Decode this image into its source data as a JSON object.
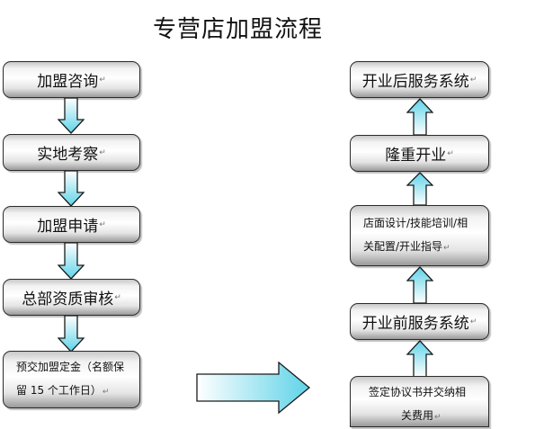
{
  "title": "专营店加盟流程",
  "left_steps": [
    {
      "label": "加盟咨询"
    },
    {
      "label": "实地考察"
    },
    {
      "label": "加盟申请"
    },
    {
      "label": "总部资质审核"
    },
    {
      "lines": [
        "预交加盟定金（名额保",
        "留 15 个工作日）"
      ]
    }
  ],
  "right_steps": [
    {
      "label": "开业后服务系统"
    },
    {
      "label": "隆重开业"
    },
    {
      "lines": [
        "店面设计/技能培训/相",
        "关配置/开业指导"
      ]
    },
    {
      "label": "开业前服务系统"
    },
    {
      "lines": [
        "签定协议书并交纳相",
        "关费用"
      ]
    }
  ],
  "paragraph_mark": "↵",
  "colors": {
    "arrow_fill_top": "#ffffff",
    "arrow_fill_bottom": "#5fd3e8",
    "arrow_stroke": "#1a1a1a"
  }
}
